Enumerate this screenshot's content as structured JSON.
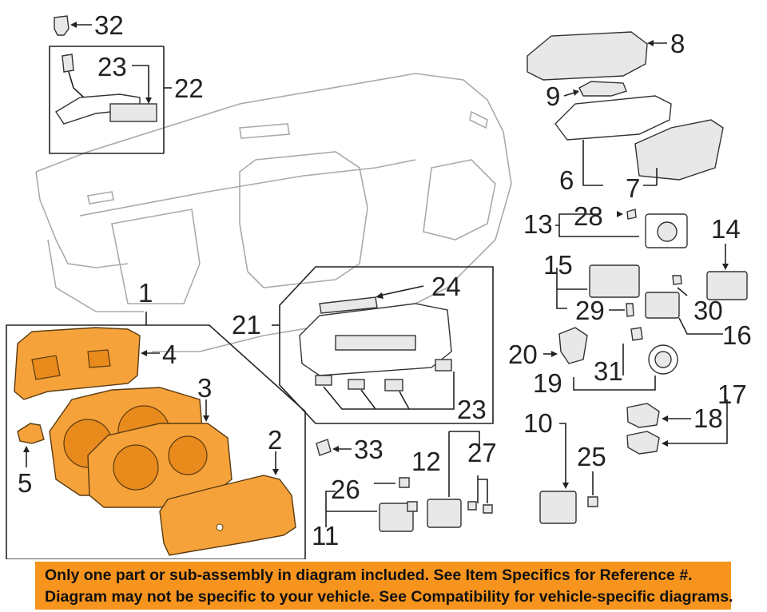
{
  "callouts": {
    "c1": "1",
    "c2": "2",
    "c3": "3",
    "c4": "4",
    "c5": "5",
    "c6": "6",
    "c7": "7",
    "c8": "8",
    "c9": "9",
    "c10": "10",
    "c11": "11",
    "c12": "12",
    "c13": "13",
    "c14": "14",
    "c15": "15",
    "c16": "16",
    "c17": "17",
    "c18": "18",
    "c19": "19",
    "c20": "20",
    "c21": "21",
    "c22": "22",
    "c23a": "23",
    "c23b": "23",
    "c24": "24",
    "c25": "25",
    "c26": "26",
    "c27": "27",
    "c28": "28",
    "c29": "29",
    "c30": "30",
    "c31": "31",
    "c32": "32",
    "c33": "33"
  },
  "colors": {
    "highlight": "#f5a23a",
    "banner": "#f7941d"
  },
  "banner": {
    "line1": "Only one part or sub-assembly in diagram included. See Item Specifics for Reference #.",
    "line2": "Diagram may not be specific to your vehicle. See Compatibility for vehicle-specific diagrams."
  }
}
